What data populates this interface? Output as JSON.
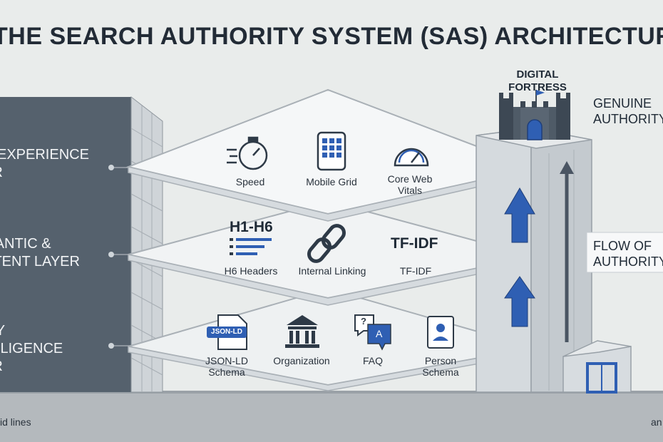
{
  "title": "THE SEARCH AUTHORITY SYSTEM (SAS) ARCHITECTURE",
  "layers": [
    {
      "label": "R EXPERIENCE\nER"
    },
    {
      "label": "MANTIC &\nNTENT LAYER"
    },
    {
      "label": "ITY\nELLIGENCE\nER"
    }
  ],
  "experience_items": [
    {
      "label": "Speed",
      "icon": "stopwatch-icon"
    },
    {
      "label": "Mobile Grid",
      "icon": "tablet-grid-icon"
    },
    {
      "label": "Core Web\nVitals",
      "icon": "gauge-icon"
    }
  ],
  "semantic_items": [
    {
      "label": "H6 Headers",
      "tag": "H1-H6",
      "icon": "header-lines-icon"
    },
    {
      "label": "Internal Linking",
      "icon": "chain-link-icon"
    },
    {
      "label": "TF-IDF",
      "tag": "TF-IDF"
    }
  ],
  "entity_items": [
    {
      "label": "JSON-LD\nSchema",
      "badge": "JSON-LD",
      "icon": "json-file-icon"
    },
    {
      "label": "Organization",
      "icon": "institution-icon"
    },
    {
      "label": "FAQ",
      "icon": "faq-bubbles-icon",
      "glyph_q": "?",
      "glyph_a": "A"
    },
    {
      "label": "Person\nSchema",
      "icon": "person-card-icon"
    }
  ],
  "tower": {
    "fortress_label": "DIGITAL\nFORTRESS",
    "authority_label": "GENUINE\nAUTHORITY",
    "flow_label": "FLOW OF\nAUTHORITY"
  },
  "footer": {
    "left": "id lines",
    "right": "an"
  },
  "colors": {
    "background": "#e9eceb",
    "slab": "#55616d",
    "accent_blue": "#2f5fb3",
    "line": "#3d4854"
  }
}
